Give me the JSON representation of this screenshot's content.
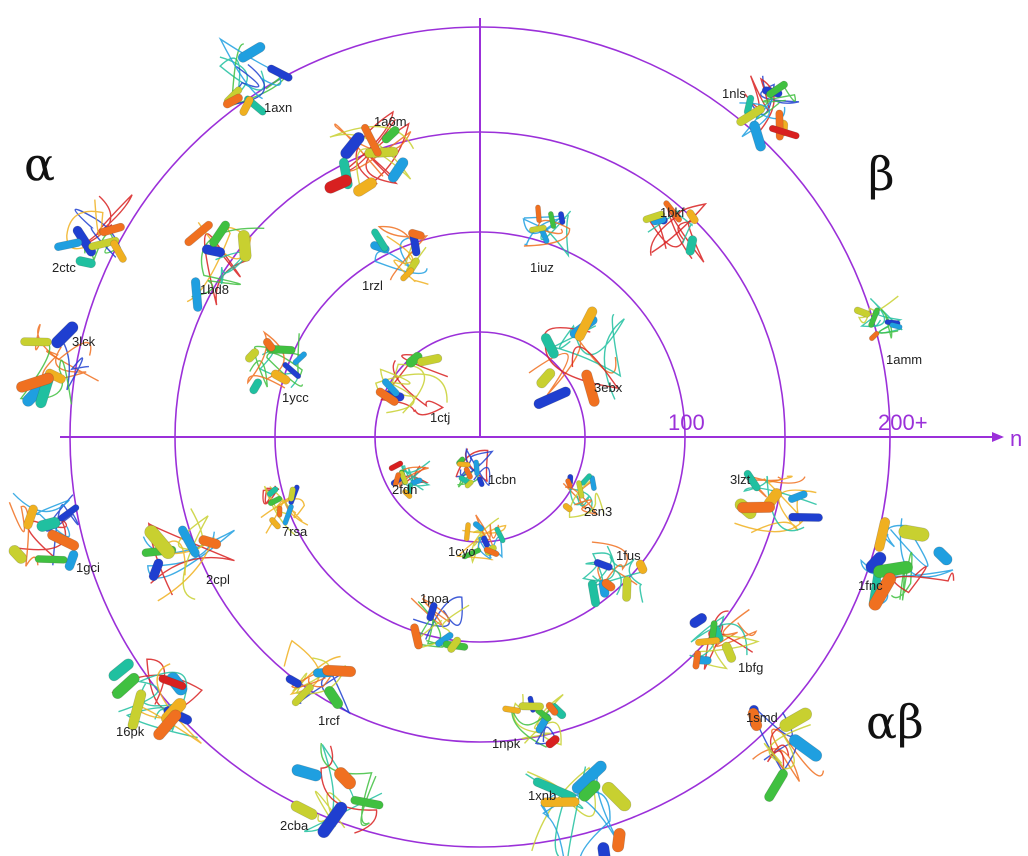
{
  "colors": {
    "axis": "#9b30d9",
    "rings": "#9b30d9",
    "ribbon_palette": [
      "#1f3fd0",
      "#1f9fe0",
      "#20c0a0",
      "#40c040",
      "#c8d030",
      "#f0b020",
      "#f07020",
      "#d82020"
    ]
  },
  "quadrants": {
    "alpha": "α",
    "beta": "β",
    "alphabeta": "αβ"
  },
  "axis": {
    "label": "n",
    "tick_100": "100",
    "tick_200": "200+"
  },
  "proteins": [
    {
      "id": "1axn",
      "label": "1axn",
      "icon": "protein-structure-icon"
    },
    {
      "id": "1a6m",
      "label": "1a6m",
      "icon": "protein-structure-icon"
    },
    {
      "id": "2ctc",
      "label": "2ctc",
      "icon": "protein-structure-icon"
    },
    {
      "id": "1bd8",
      "label": "1bd8",
      "icon": "protein-structure-icon"
    },
    {
      "id": "1rzl",
      "label": "1rzl",
      "icon": "protein-structure-icon"
    },
    {
      "id": "3lck",
      "label": "3lck",
      "icon": "protein-structure-icon"
    },
    {
      "id": "1ycc",
      "label": "1ycc",
      "icon": "protein-structure-icon"
    },
    {
      "id": "1ctj",
      "label": "1ctj",
      "icon": "protein-structure-icon"
    },
    {
      "id": "1iuz",
      "label": "1iuz",
      "icon": "protein-structure-icon"
    },
    {
      "id": "1bkf",
      "label": "1bkf",
      "icon": "protein-structure-icon"
    },
    {
      "id": "1nls",
      "label": "1nls",
      "icon": "protein-structure-icon"
    },
    {
      "id": "3ebx",
      "label": "3ebx",
      "icon": "protein-structure-icon"
    },
    {
      "id": "1amm",
      "label": "1amm",
      "icon": "protein-structure-icon"
    },
    {
      "id": "2fdn",
      "label": "2fdn",
      "icon": "protein-structure-icon"
    },
    {
      "id": "1cbn",
      "label": "1cbn",
      "icon": "protein-structure-icon"
    },
    {
      "id": "2sn3",
      "label": "2sn3",
      "icon": "protein-structure-icon"
    },
    {
      "id": "1cyo",
      "label": "1cyo",
      "icon": "protein-structure-icon"
    },
    {
      "id": "7rsa",
      "label": "7rsa",
      "icon": "protein-structure-icon"
    },
    {
      "id": "1gci",
      "label": "1gci",
      "icon": "protein-structure-icon"
    },
    {
      "id": "2cpl",
      "label": "2cpl",
      "icon": "protein-structure-icon"
    },
    {
      "id": "1poa",
      "label": "1poa",
      "icon": "protein-structure-icon"
    },
    {
      "id": "1fus",
      "label": "1fus",
      "icon": "protein-structure-icon"
    },
    {
      "id": "3lzt",
      "label": "3lzt",
      "icon": "protein-structure-icon"
    },
    {
      "id": "1fnc",
      "label": "1fnc",
      "icon": "protein-structure-icon"
    },
    {
      "id": "1bfg",
      "label": "1bfg",
      "icon": "protein-structure-icon"
    },
    {
      "id": "1rcf",
      "label": "1rcf",
      "icon": "protein-structure-icon"
    },
    {
      "id": "16pk",
      "label": "16pk",
      "icon": "protein-structure-icon"
    },
    {
      "id": "1npk",
      "label": "1npk",
      "icon": "protein-structure-icon"
    },
    {
      "id": "1smd",
      "label": "1smd",
      "icon": "protein-structure-icon"
    },
    {
      "id": "2cba",
      "label": "2cba",
      "icon": "protein-structure-icon"
    },
    {
      "id": "1xnb",
      "label": "1xnb",
      "icon": "protein-structure-icon"
    }
  ]
}
